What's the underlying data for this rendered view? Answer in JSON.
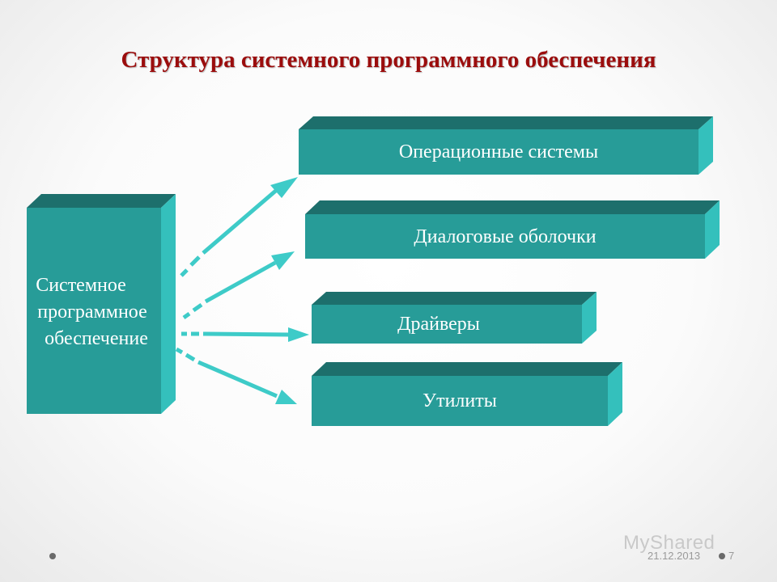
{
  "title": "Структура системного программного обеспечения",
  "source_block": {
    "line1": "Системное",
    "line2": "программное",
    "line3": "обеспечение"
  },
  "targets": [
    "Операционные системы",
    "Диалоговые оболочки",
    "Драйверы",
    "Утилиты"
  ],
  "colors": {
    "block_front": "#279c98",
    "block_top": "#1d6f6c",
    "block_side": "#34c0bc",
    "arrow": "#3ecbc8",
    "title": "#9b0d0d"
  },
  "footer": {
    "date": "21.12.2013",
    "page": "7",
    "watermark": "MyShared"
  }
}
